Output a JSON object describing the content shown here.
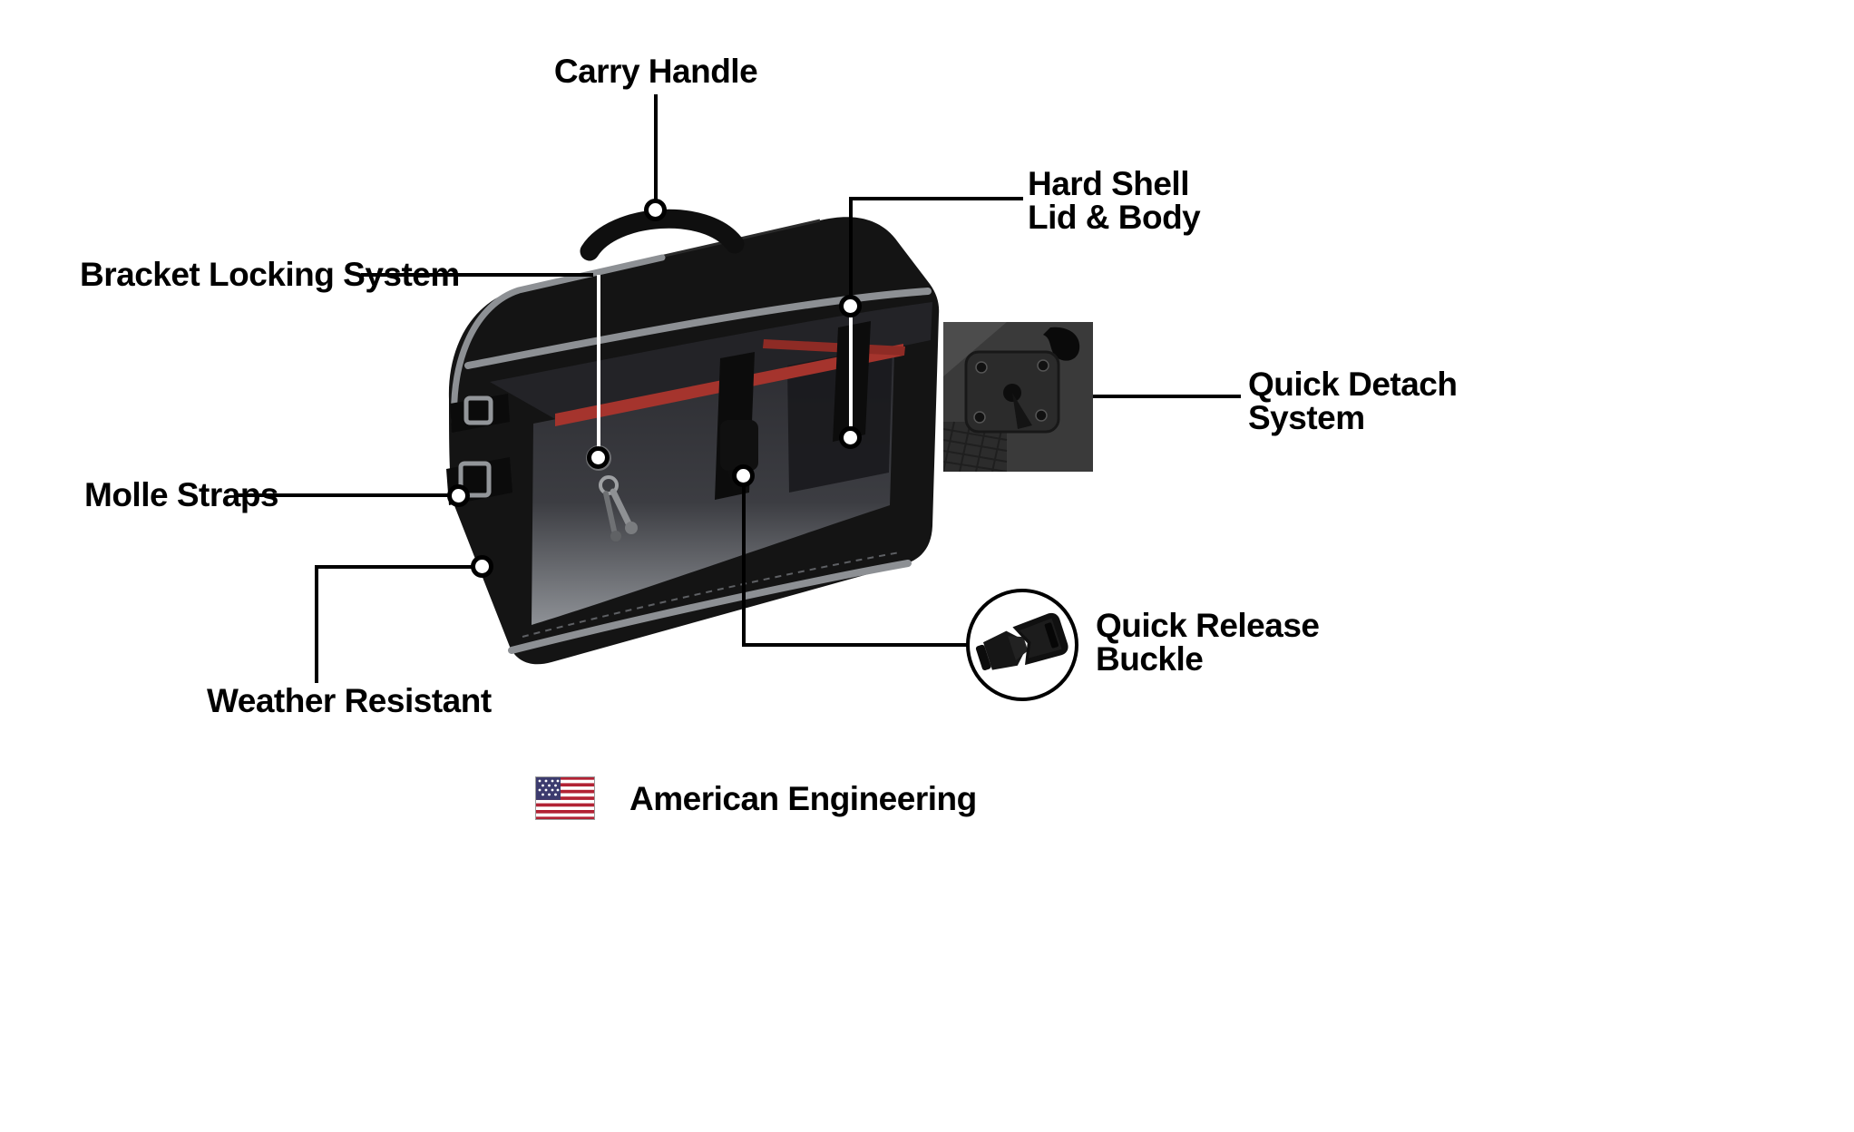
{
  "callouts": {
    "carry_handle": {
      "label": "Carry Handle"
    },
    "hard_shell": {
      "line1": "Hard Shell",
      "line2": "Lid & Body"
    },
    "bracket_locking": {
      "label": "Bracket Locking System"
    },
    "quick_detach": {
      "line1": "Quick Detach",
      "line2": "System"
    },
    "molle_straps": {
      "label": "Molle Straps"
    },
    "weather_resistant": {
      "label": "Weather Resistant"
    },
    "quick_release": {
      "line1": "Quick Release",
      "line2": "Buckle"
    }
  },
  "footer": {
    "label": "American Engineering"
  },
  "icons": {
    "flag": "us-flag-icon",
    "quick_detach_inset": "quick-detach-photo",
    "quick_release_inset": "quick-release-buckle-icon"
  },
  "colors": {
    "background": "#ffffff",
    "text": "#000000",
    "callout_line": "#000000",
    "callout_line_on_dark": "#ffffff",
    "bag_body": "#141414",
    "trim_gray": "#8d9094",
    "accent_red": "#a5342d",
    "flag_red": "#b22234",
    "flag_blue": "#3c3b6e"
  }
}
